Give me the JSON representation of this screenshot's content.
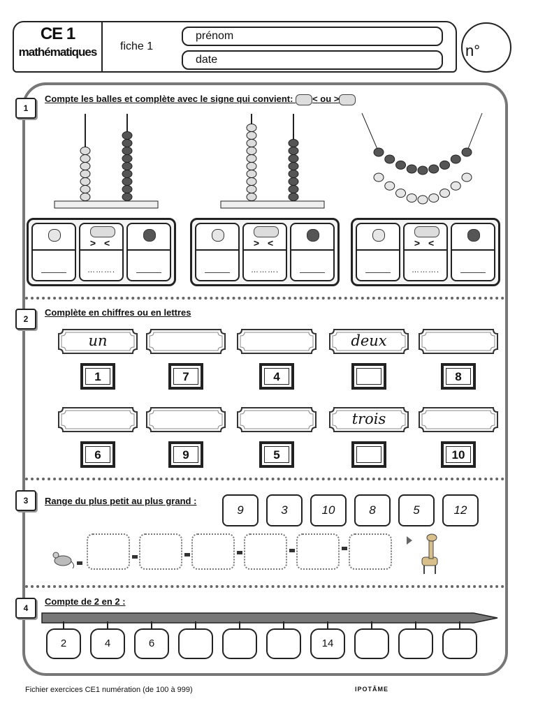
{
  "header": {
    "level": "CE 1",
    "subject": "mathématiques",
    "sheet": "fiche 1",
    "firstname_label": "prénom",
    "date_label": "date",
    "number_label": "n°"
  },
  "section1": {
    "number": "1",
    "instruction": "Compte les balles  et complète avec le signe qui convient:",
    "sign_lt": "<",
    "sign_or": "ou",
    "sign_gt": ">",
    "box_signs": "> <",
    "answer_dots": "……….",
    "abacus": [
      {
        "light_beads": 7,
        "dark_beads": 9
      },
      {
        "light_beads": 10,
        "dark_beads": 8
      },
      {
        "light_beads": 9,
        "dark_beads": 9
      }
    ]
  },
  "section2": {
    "number": "2",
    "instruction": "Complète en chiffres ou en lettres",
    "row1": [
      {
        "word": "un",
        "digit": "1"
      },
      {
        "word": "",
        "digit": "7"
      },
      {
        "word": "",
        "digit": "4"
      },
      {
        "word": "deux",
        "digit": ""
      },
      {
        "word": "",
        "digit": "8"
      }
    ],
    "row2": [
      {
        "word": "",
        "digit": "6"
      },
      {
        "word": "",
        "digit": "9"
      },
      {
        "word": "",
        "digit": "5"
      },
      {
        "word": "trois",
        "digit": ""
      },
      {
        "word": "",
        "digit": "10"
      }
    ]
  },
  "section3": {
    "number": "3",
    "instruction": "Range du plus petit au plus grand :",
    "numbers": [
      "9",
      "3",
      "10",
      "8",
      "5",
      "12"
    ]
  },
  "section4": {
    "number": "4",
    "instruction": "Compte de 2 en 2 :",
    "values": [
      "2",
      "4",
      "6",
      "",
      "",
      "",
      "14",
      "",
      "",
      ""
    ]
  },
  "footer": {
    "left": "Fichier exercices CE1 numération (de 100 à 999)",
    "right": "IPOTÂME"
  }
}
